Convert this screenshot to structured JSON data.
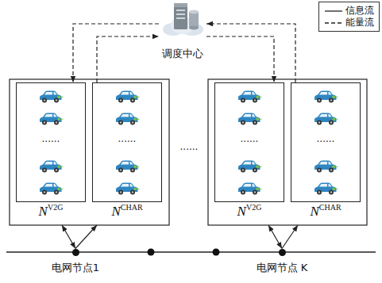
{
  "diagram": {
    "nodes": [
      {
        "text": [
          "调度中心"
        ]
      },
      {
        "text": [
          "N",
          "V2G"
        ]
      },
      {
        "text": [
          "N",
          "CHAR"
        ]
      },
      {
        "text": [
          "N",
          "V2G"
        ]
      },
      {
        "text": [
          "N",
          "CHAR"
        ]
      },
      {
        "text": [
          "电网节点1"
        ]
      },
      {
        "text": [
          "电网节点 K"
        ]
      }
    ],
    "edges": [
      {
        "from": 0,
        "to": 1,
        "arrow": "to"
      },
      {
        "from": 2,
        "to": 0,
        "arrow": "to"
      },
      {
        "from": 0,
        "to": 3,
        "arrow": "to"
      },
      {
        "from": 4,
        "to": 0,
        "arrow": "to"
      },
      {
        "from": 5,
        "to": 1,
        "arrow": "both"
      },
      {
        "from": 5,
        "to": 2,
        "arrow": "to"
      },
      {
        "from": 6,
        "to": 3,
        "arrow": "both"
      },
      {
        "from": 6,
        "to": 4,
        "arrow": "to"
      }
    ],
    "labels": [
      "......",
      "......",
      "......",
      "......",
      "......"
    ],
    "legend": [
      {
        "text": "信息流"
      },
      {
        "text": "能量流"
      }
    ]
  }
}
